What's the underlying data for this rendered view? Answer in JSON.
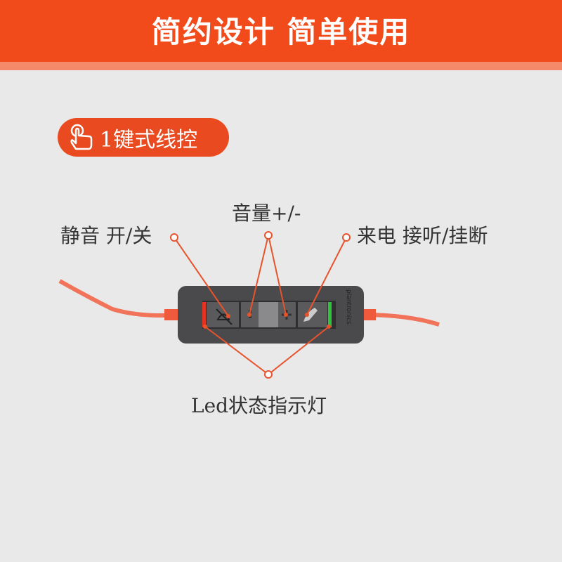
{
  "header": {
    "title": "简约设计 简单使用"
  },
  "badge": {
    "icon": "hand-pointer-icon",
    "label": "1键式线控"
  },
  "callouts": {
    "mute": "静音 开/关",
    "volume": "音量+/-",
    "call": "来电 接听/挂断",
    "led": "Led状态指示灯"
  },
  "device": {
    "brand": "plantronics"
  },
  "colors": {
    "accent": "#f14a1b",
    "background": "#e9e9e9",
    "led_red": "#e53322",
    "led_green": "#2ec43a"
  }
}
